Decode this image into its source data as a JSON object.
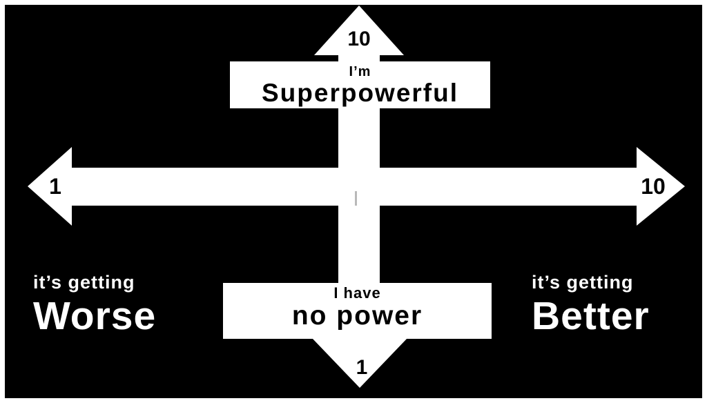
{
  "colors": {
    "background": "#000000",
    "arrow": "#ffffff",
    "text_on_arrow": "#000000",
    "text_on_background": "#ffffff"
  },
  "vertical_axis": {
    "top_value": "10",
    "top_label_small": "I’m",
    "top_label_big": "Superpowerful",
    "bottom_label_small": "I have",
    "bottom_label_big": "no power",
    "bottom_value": "1"
  },
  "horizontal_axis": {
    "left_value": "1",
    "right_value": "10"
  },
  "left_caption": {
    "small": "it’s getting",
    "big": "Worse"
  },
  "right_caption": {
    "small": "it’s getting",
    "big": "Better"
  }
}
